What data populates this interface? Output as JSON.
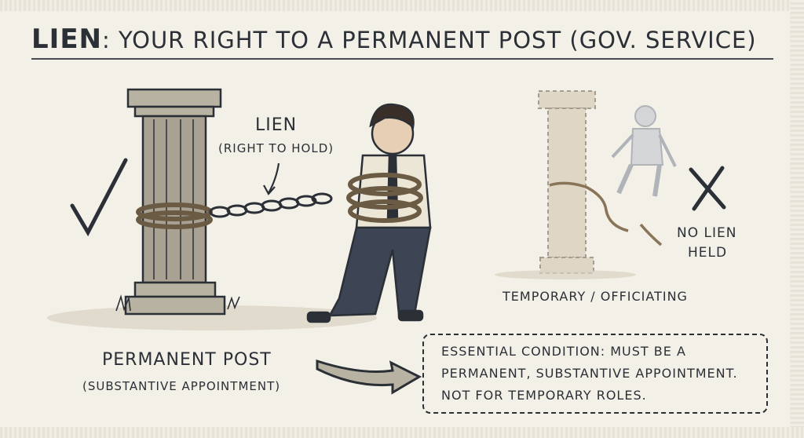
{
  "title": {
    "prefix": "LIEN",
    "rest": ": YOUR RIGHT TO A PERMANENT POST (GOV. SERVICE)"
  },
  "left_panel": {
    "lien_label": "LIEN",
    "lien_sublabel": "(RIGHT TO HOLD)",
    "post_label": "PERMANENT POST",
    "post_sublabel": "(SUBSTANTIVE APPOINTMENT)"
  },
  "right_panel": {
    "temp_label": "TEMPORARY / OFFICIATING",
    "no_lien_line1": "NO LIEN",
    "no_lien_line2": "HELD"
  },
  "note": {
    "line1": "ESSENTIAL CONDITION: MUST BE A",
    "line2": "PERMANENT, SUBSTANTIVE APPOINTMENT.",
    "line3": "NOT FOR TEMPORARY ROLES."
  },
  "icons": [
    "check-mark-icon",
    "x-mark-icon",
    "arrow-right-icon",
    "chain-icon"
  ],
  "colors": {
    "ink": "#2b2f36",
    "stone": "#b8b2a3",
    "napkin": "#f3f0e8",
    "rope": "#8a7458"
  }
}
